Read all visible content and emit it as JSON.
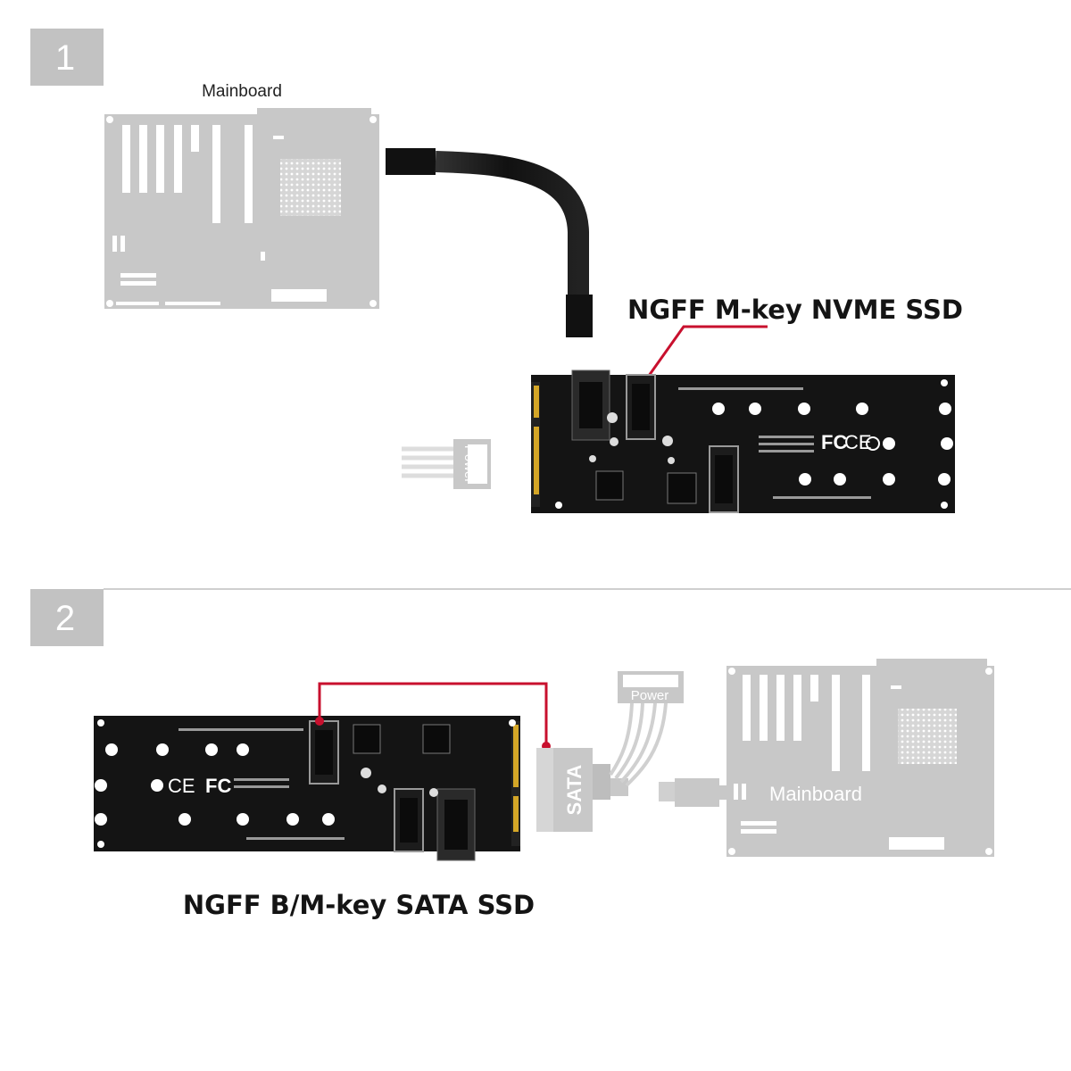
{
  "steps": [
    {
      "number": "1",
      "mainboard_label": "Mainboard",
      "ssd_label": "NGFF M-key NVME SSD",
      "power_label": "Power"
    },
    {
      "number": "2",
      "mainboard_label": "Mainboard",
      "ssd_label": "NGFF B/M-key SATA SSD",
      "power_label": "Power",
      "sata_label": "SATA"
    }
  ],
  "colors": {
    "badge": "#c2c2c2",
    "mainboard": "#c8c8c8",
    "pcb": "#141414",
    "cable": "#111111",
    "callout": "#c8102e",
    "divider": "#cfcfcf"
  },
  "icons": [
    "fcc-mark",
    "ce-mark",
    "rohs-mark",
    "mounting-hole"
  ]
}
